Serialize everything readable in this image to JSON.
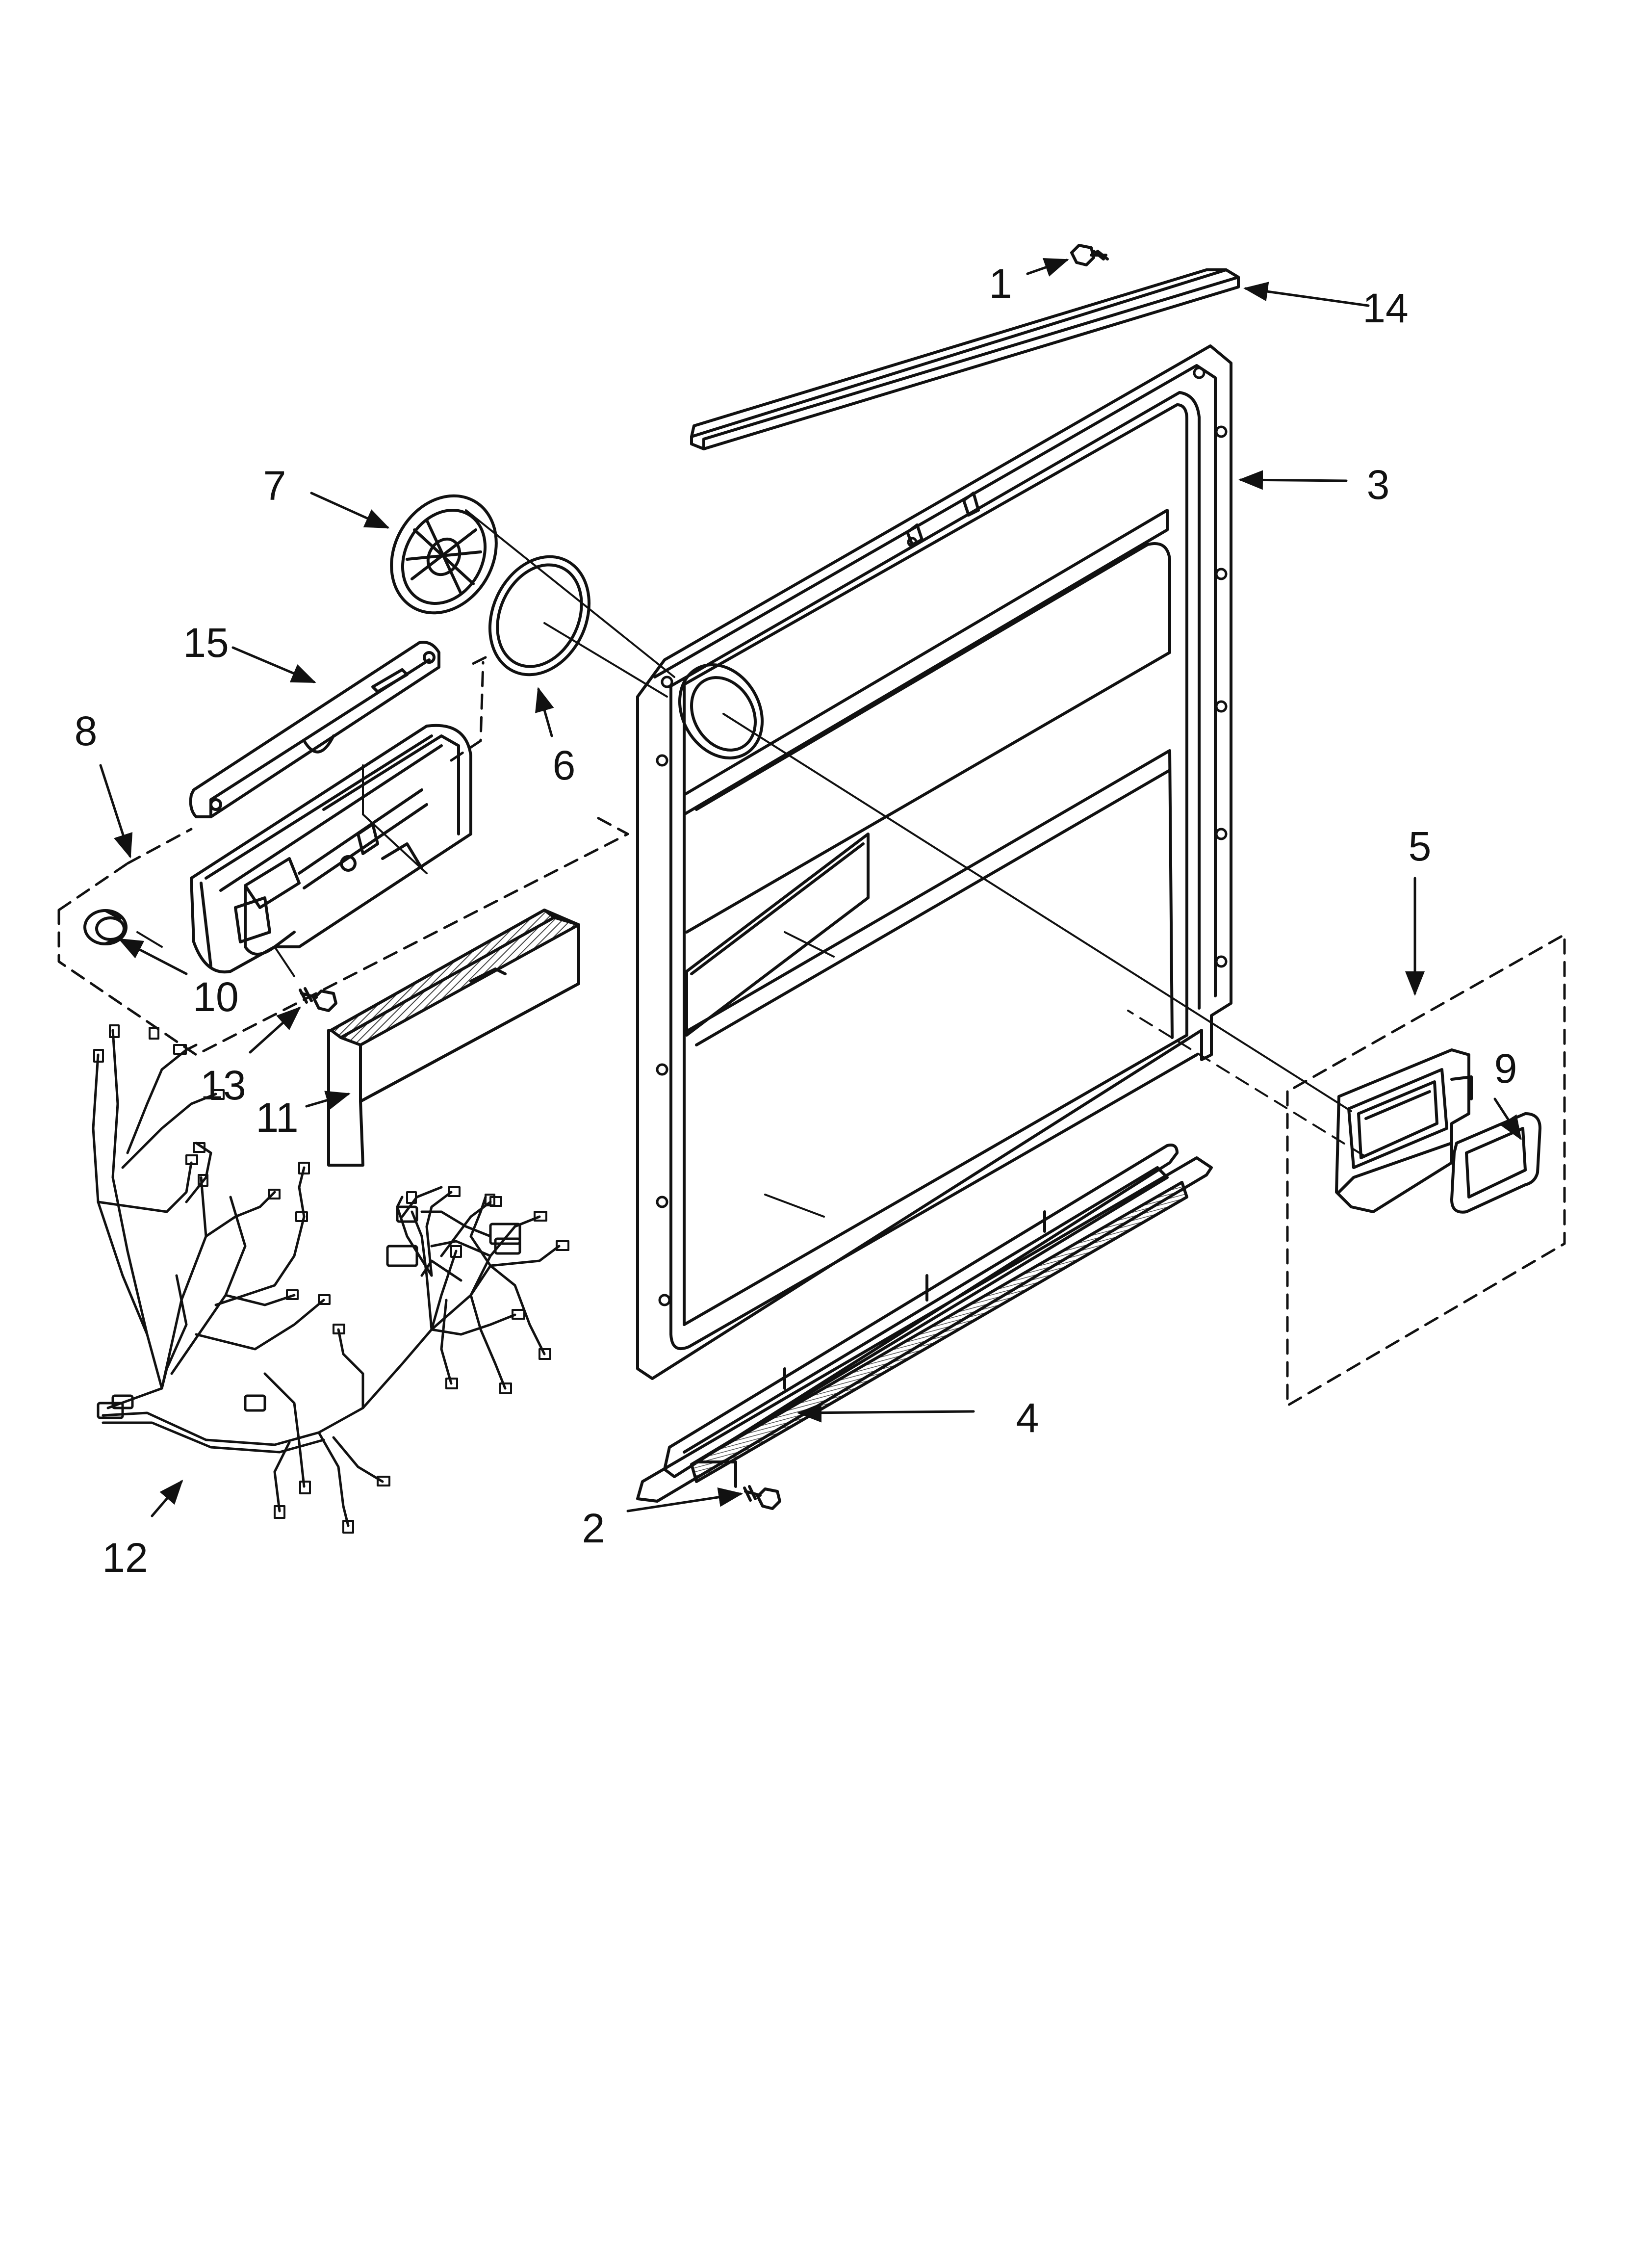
{
  "colors": {
    "ink": "#111111",
    "paper": "#ffffff",
    "hatch": "#555555"
  },
  "callouts": [
    {
      "id": "c1",
      "label": "1"
    },
    {
      "id": "c2",
      "label": "2"
    },
    {
      "id": "c3",
      "label": "3"
    },
    {
      "id": "c4",
      "label": "4"
    },
    {
      "id": "c5",
      "label": "5"
    },
    {
      "id": "c6",
      "label": "6"
    },
    {
      "id": "c7",
      "label": "7"
    },
    {
      "id": "c8",
      "label": "8"
    },
    {
      "id": "c9",
      "label": "9"
    },
    {
      "id": "c10",
      "label": "10"
    },
    {
      "id": "c11",
      "label": "11"
    },
    {
      "id": "c12",
      "label": "12"
    },
    {
      "id": "c13",
      "label": "13"
    },
    {
      "id": "c14",
      "label": "14"
    },
    {
      "id": "c15",
      "label": "15"
    }
  ]
}
